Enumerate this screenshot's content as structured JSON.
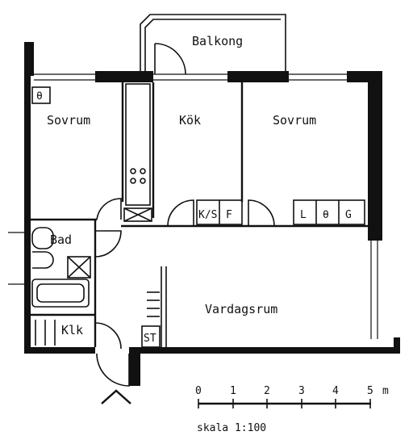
{
  "rooms": {
    "balcony": "Balkong",
    "bedroom_left": "Sovrum",
    "kitchen": "Kök",
    "bedroom_right": "Sovrum",
    "bathroom": "Bad",
    "living_room": "Vardagsrum",
    "utility": "Klk"
  },
  "fixtures": {
    "wardrobe_ks": "K/S",
    "wardrobe_f": "F",
    "wardrobe_l": "L",
    "wardrobe_theta": "θ",
    "wardrobe_g": "G",
    "corner_theta": "θ",
    "closet_st": "ST"
  },
  "scale": {
    "ticks": [
      "0",
      "1",
      "2",
      "3",
      "4",
      "5"
    ],
    "unit": "m",
    "caption": "skala 1:100"
  },
  "north_arrow": "entrance-arrow"
}
